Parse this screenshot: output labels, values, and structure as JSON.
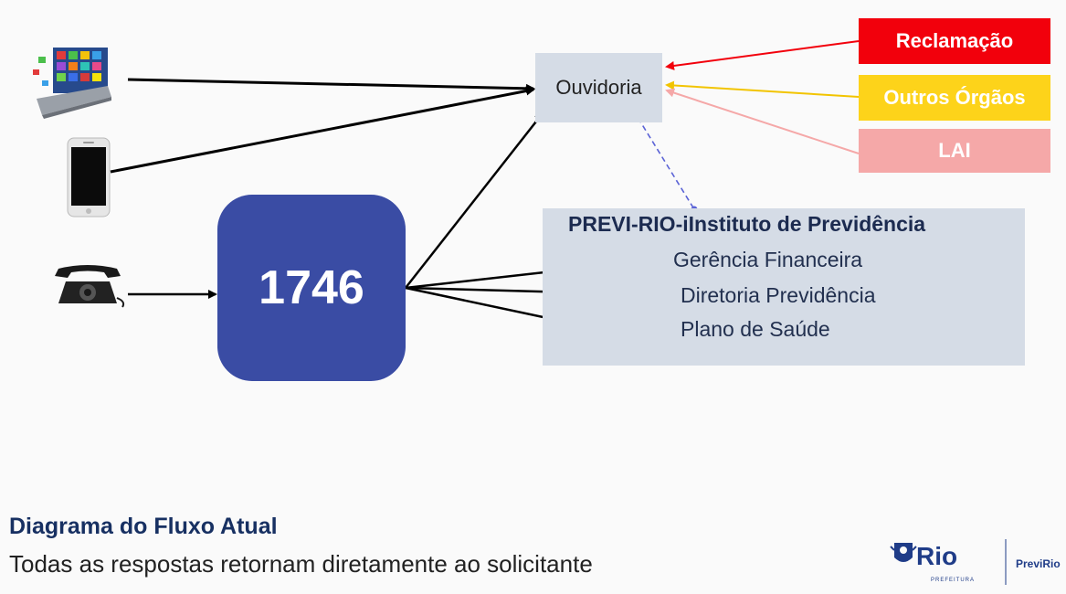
{
  "nodes": {
    "ouvidoria": "Ouvidoria",
    "reclamacao": "Reclamação",
    "outros_orgaos": "Outros Órgãos",
    "lai": "LAI",
    "central": "1746",
    "previ_title": "PREVI-RIO-iInstituto de Previdência",
    "previ_items": [
      "Gerência Financeira",
      "Diretoria Previdência",
      "Plano de Saúde"
    ]
  },
  "footer": {
    "title": "Diagrama do Fluxo Atual",
    "subtitle": "Todas as respostas retornam diretamente ao solicitante"
  },
  "logo": {
    "rio_text": "Rio",
    "prefeitura_text": "PREFEITURA",
    "previrio_text": "PreviRio"
  },
  "colors": {
    "reclamacao": "#f2000c",
    "outros_orgaos": "#fdd31a",
    "lai": "#f5a8a8",
    "central_box": "#3a4ca4",
    "node_box": "#d5dce6",
    "dashed_link": "#5b63d6"
  },
  "icons": {
    "channel_web": "laptop-icon",
    "channel_mobile": "smartphone-icon",
    "channel_phone": "telephone-icon"
  }
}
